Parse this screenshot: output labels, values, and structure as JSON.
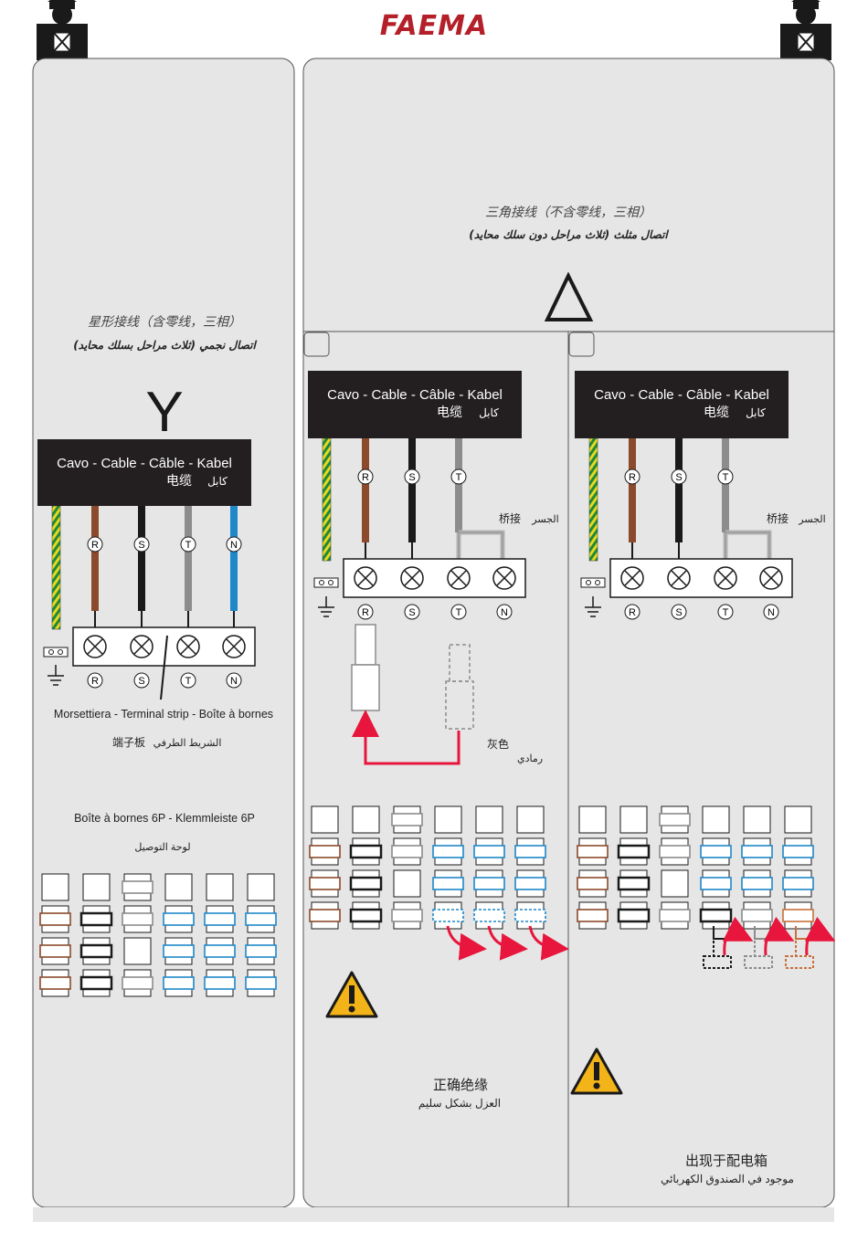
{
  "header": {
    "brand": "FAEMA",
    "brand_color": "#b3202a",
    "corner_icons": [
      "installer-warning-icon",
      "installer-warning-icon"
    ]
  },
  "left_panel": {
    "title_zh": "星形接线（含零线，三相）",
    "title_ar": "اتصال نجمي (ثلاث مراحل بسلك محايد)",
    "symbol": "Y",
    "cable_title": "Cavo - Cable - Câble - Kabel",
    "cable_zh": "电缆",
    "cable_ar": "كابل",
    "wire_labels": [
      "R",
      "S",
      "T",
      "N"
    ],
    "terminal_labels": [
      "R",
      "S",
      "T",
      "N"
    ],
    "strip_title": "Morsettiera - Terminal strip - Boîte à bornes",
    "strip_zh": "端子板",
    "strip_ar": "الشريط الطرفي",
    "board_title": "Boîte à bornes 6P - Klemmleiste 6P",
    "board_ar": "لوحة التوصيل"
  },
  "right_panel": {
    "title_zh": "三角接线（不含零线，三相）",
    "title_ar": "اتصال مثلث (ثلاث مراحل دون سلك محايد)",
    "symbol": "Δ",
    "left_diagram": {
      "cable_title": "Cavo - Cable - Câble - Kabel",
      "cable_zh": "电缆",
      "cable_ar": "كابل",
      "wire_labels": [
        "R",
        "S",
        "T"
      ],
      "bridge_zh": "桥接",
      "bridge_ar": "الجسر",
      "terminal_labels": [
        "R",
        "S",
        "T",
        "N"
      ],
      "gray_zh": "灰色",
      "gray_ar": "رمادي",
      "note_zh": "正确绝缘",
      "note_ar": "العزل بشكل سليم",
      "warning_icon": "warning-triangle-icon"
    },
    "right_diagram": {
      "cable_title": "Cavo - Cable - Câble - Kabel",
      "cable_zh": "电缆",
      "cable_ar": "كابل",
      "wire_labels": [
        "R",
        "S",
        "T"
      ],
      "bridge_zh": "桥接",
      "bridge_ar": "الجسر",
      "terminal_labels": [
        "R",
        "S",
        "T",
        "N"
      ],
      "note_zh": "出现于配电箱",
      "note_ar": "موجود في الصندوق الكهربائي",
      "warning_icon": "warning-triangle-icon"
    }
  },
  "colors": {
    "panel_bg": "#e6e6e6",
    "cable_header_bg": "#231f20",
    "wire_brown": "#8b4a2b",
    "wire_black": "#1a1a1a",
    "wire_gray": "#8c8c8c",
    "wire_blue": "#1e88c8",
    "earth_green": "#1f8a3a",
    "earth_yellow": "#e8d820",
    "arrow_red": "#e8163c",
    "warning_yellow": "#f2b418",
    "tab_orange": "#c8703a"
  }
}
